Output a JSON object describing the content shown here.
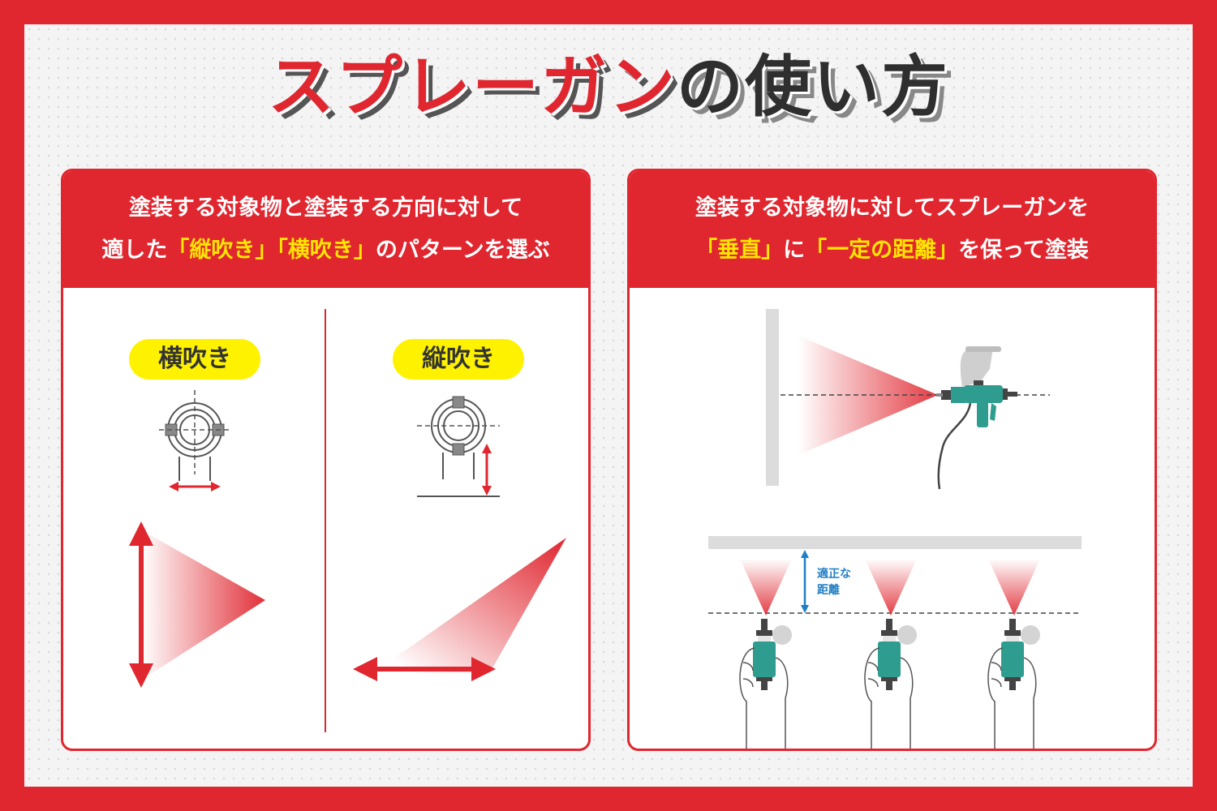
{
  "title": {
    "main_red": "スプレーガン",
    "main_dark": "の使い方"
  },
  "left_panel": {
    "header_line1": "塗装する対象物と塗装する方向に対して",
    "header_line2_pre": "適した",
    "header_line2_hl1": "「縦吹き」",
    "header_line2_hl2": "「横吹き」",
    "header_line2_post": "のパターンを選ぶ",
    "horizontal_label": "横吹き",
    "vertical_label": "縦吹き"
  },
  "right_panel": {
    "header_line1": "塗装する対象物に対してスプレーガンを",
    "header_line2_hl1": "「垂直」",
    "header_line2_mid": "に",
    "header_line2_hl2": "「一定の距離」",
    "header_line2_post": "を保って塗装",
    "distance_label_1": "適正な",
    "distance_label_2": "距離"
  },
  "colors": {
    "brand_red": "#e0262f",
    "highlight_yellow": "#ffe600",
    "gun_teal": "#2e9c8e",
    "distance_blue": "#1f7fc4"
  }
}
